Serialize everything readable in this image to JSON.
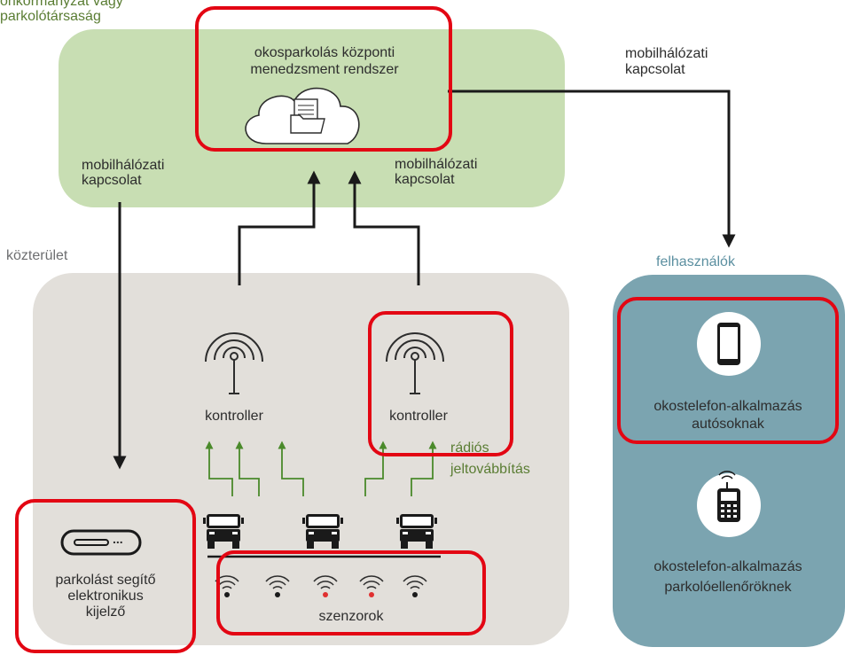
{
  "header": {
    "org_line1": "önkormányzat vagy",
    "org_line2": "parkolótársaság"
  },
  "central": {
    "title_line1": "okosparkolás központi",
    "title_line2": "menedzsment rendszer",
    "icon": "cloud-folder-icon"
  },
  "connections": {
    "left_line1": "mobilhálózati",
    "left_line2": "kapcsolat",
    "middle_line1": "mobilhálózati",
    "middle_line2": "kapcsolat",
    "right_line1": "mobilhálózati",
    "right_line2": "kapcsolat"
  },
  "zones": {
    "public_area": "közterület",
    "users": "felhasználók"
  },
  "controllers": [
    {
      "label": "kontroller",
      "icon": "antenna-icon"
    },
    {
      "label": "kontroller",
      "icon": "antenna-icon"
    }
  ],
  "radio": {
    "line1": "rádiós",
    "line2": "jeltovábbítás"
  },
  "display": {
    "line1": "parkolást segítő",
    "line2": "elektronikus",
    "line3": "kijelző",
    "icon": "display-device-icon",
    "icon_text": "..."
  },
  "sensors": {
    "label": "szenzorok",
    "icon": "wifi-sensor-icon"
  },
  "apps": {
    "driver_line1": "okostelefon-alkalmazás",
    "driver_line2": "autósoknak",
    "driver_icon": "smartphone-icon",
    "inspector_line1": "okostelefon-alkalmazás",
    "inspector_line2": "parkolóellenőröknek",
    "inspector_icon": "handheld-terminal-icon"
  },
  "colors": {
    "central_box": "#c8deb3",
    "public_box": "#e2dfda",
    "users_box": "#7ba4b0",
    "highlight": "#e30613",
    "arrow": "#1a1a1a",
    "radio_arrow": "#4a8a2a",
    "sensor_red": "#e03030"
  }
}
